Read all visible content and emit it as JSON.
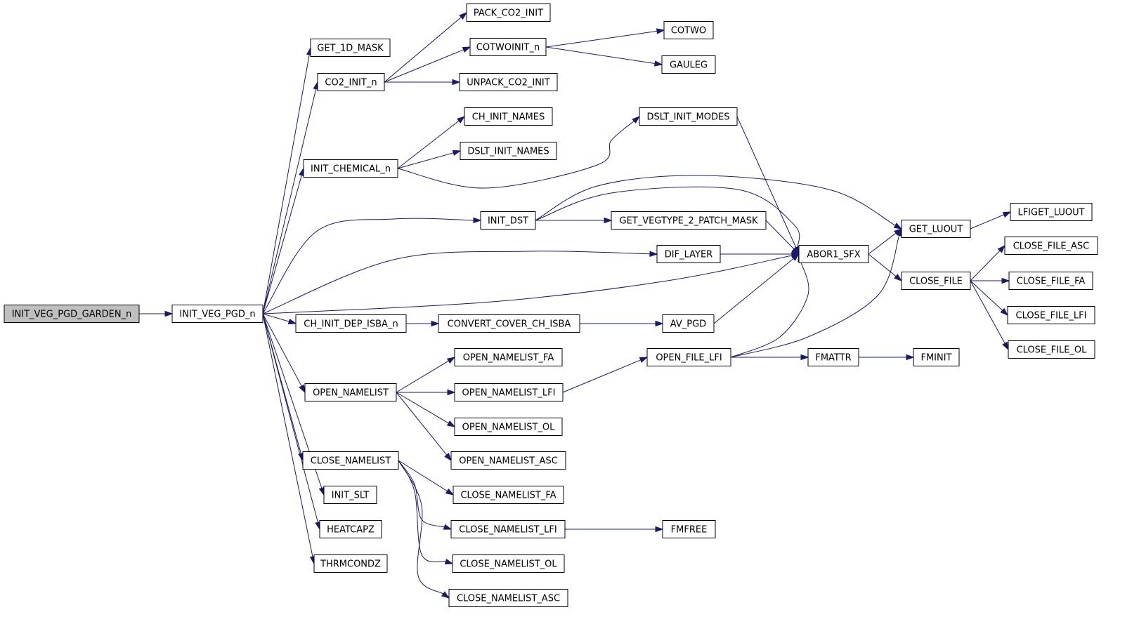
{
  "graph": {
    "edge_color": "#191970",
    "root_fill": "#bfbfbf",
    "node_fill": "#ffffff",
    "nodes": [
      {
        "id": "root",
        "label": "INIT_VEG_PGD_GARDEN_n",
        "root": true
      },
      {
        "id": "ivp",
        "label": "INIT_VEG_PGD_n"
      },
      {
        "id": "g1d",
        "label": "GET_1D_MASK"
      },
      {
        "id": "co2i",
        "label": "CO2_INIT_n"
      },
      {
        "id": "initchem",
        "label": "INIT_CHEMICAL_n"
      },
      {
        "id": "initdst",
        "label": "INIT_DST"
      },
      {
        "id": "chdep",
        "label": "CH_INIT_DEP_ISBA_n"
      },
      {
        "id": "opennl",
        "label": "OPEN_NAMELIST"
      },
      {
        "id": "closenl",
        "label": "CLOSE_NAMELIST"
      },
      {
        "id": "initslt",
        "label": "INIT_SLT"
      },
      {
        "id": "heatcapz",
        "label": "HEATCAPZ"
      },
      {
        "id": "thrmcondz",
        "label": "THRMCONDZ"
      },
      {
        "id": "packco2",
        "label": "PACK_CO2_INIT"
      },
      {
        "id": "cotwoinit",
        "label": "COTWOINIT_n"
      },
      {
        "id": "unpackco2",
        "label": "UNPACK_CO2_INIT"
      },
      {
        "id": "chnames",
        "label": "CH_INIT_NAMES"
      },
      {
        "id": "dsltnames",
        "label": "DSLT_INIT_NAMES"
      },
      {
        "id": "getveg",
        "label": "GET_VEGTYPE_2_PATCH_MASK"
      },
      {
        "id": "diflayer",
        "label": "DIF_LAYER"
      },
      {
        "id": "convcover",
        "label": "CONVERT_COVER_CH_ISBA"
      },
      {
        "id": "onlfa",
        "label": "OPEN_NAMELIST_FA"
      },
      {
        "id": "onllfi",
        "label": "OPEN_NAMELIST_LFI"
      },
      {
        "id": "onlol",
        "label": "OPEN_NAMELIST_OL"
      },
      {
        "id": "onlasc",
        "label": "OPEN_NAMELIST_ASC"
      },
      {
        "id": "cnlfa",
        "label": "CLOSE_NAMELIST_FA"
      },
      {
        "id": "cnllfi",
        "label": "CLOSE_NAMELIST_LFI"
      },
      {
        "id": "cnlol",
        "label": "CLOSE_NAMELIST_OL"
      },
      {
        "id": "cnlasc",
        "label": "CLOSE_NAMELIST_ASC"
      },
      {
        "id": "cotwo",
        "label": "COTWO"
      },
      {
        "id": "gauleg",
        "label": "GAULEG"
      },
      {
        "id": "dsltmodes",
        "label": "DSLT_INIT_MODES"
      },
      {
        "id": "avpgd",
        "label": "AV_PGD"
      },
      {
        "id": "openfilelfi",
        "label": "OPEN_FILE_LFI"
      },
      {
        "id": "fmfree",
        "label": "FMFREE"
      },
      {
        "id": "abor1",
        "label": "ABOR1_SFX"
      },
      {
        "id": "fmattr",
        "label": "FMATTR"
      },
      {
        "id": "getluout",
        "label": "GET_LUOUT"
      },
      {
        "id": "closefile",
        "label": "CLOSE_FILE"
      },
      {
        "id": "fminit",
        "label": "FMINIT"
      },
      {
        "id": "lfiget",
        "label": "LFIGET_LUOUT"
      },
      {
        "id": "cfasc",
        "label": "CLOSE_FILE_ASC"
      },
      {
        "id": "cffa",
        "label": "CLOSE_FILE_FA"
      },
      {
        "id": "cflfi",
        "label": "CLOSE_FILE_LFI"
      },
      {
        "id": "cfol",
        "label": "CLOSE_FILE_OL"
      }
    ],
    "edges": [
      [
        "root",
        "ivp"
      ],
      [
        "ivp",
        "g1d"
      ],
      [
        "ivp",
        "co2i"
      ],
      [
        "ivp",
        "initchem"
      ],
      [
        "ivp",
        "initdst"
      ],
      [
        "ivp",
        "diflayer"
      ],
      [
        "ivp",
        "abor1"
      ],
      [
        "ivp",
        "chdep"
      ],
      [
        "ivp",
        "opennl"
      ],
      [
        "ivp",
        "closenl"
      ],
      [
        "ivp",
        "initslt"
      ],
      [
        "ivp",
        "heatcapz"
      ],
      [
        "ivp",
        "thrmcondz"
      ],
      [
        "co2i",
        "packco2"
      ],
      [
        "co2i",
        "cotwoinit"
      ],
      [
        "co2i",
        "unpackco2"
      ],
      [
        "cotwoinit",
        "cotwo"
      ],
      [
        "cotwoinit",
        "gauleg"
      ],
      [
        "initchem",
        "chnames"
      ],
      [
        "initchem",
        "dsltnames"
      ],
      [
        "initchem",
        "dsltmodes"
      ],
      [
        "initdst",
        "getluout"
      ],
      [
        "initdst",
        "abor1"
      ],
      [
        "initdst",
        "getveg"
      ],
      [
        "getveg",
        "abor1"
      ],
      [
        "dsltmodes",
        "abor1"
      ],
      [
        "diflayer",
        "abor1"
      ],
      [
        "chdep",
        "convcover"
      ],
      [
        "convcover",
        "avpgd"
      ],
      [
        "avpgd",
        "abor1"
      ],
      [
        "opennl",
        "onlfa"
      ],
      [
        "opennl",
        "onllfi"
      ],
      [
        "opennl",
        "onlol"
      ],
      [
        "opennl",
        "onlasc"
      ],
      [
        "onllfi",
        "openfilelfi"
      ],
      [
        "openfilelfi",
        "abor1"
      ],
      [
        "openfilelfi",
        "getluout"
      ],
      [
        "openfilelfi",
        "fmattr"
      ],
      [
        "fmattr",
        "fminit"
      ],
      [
        "closenl",
        "cnlfa"
      ],
      [
        "closenl",
        "cnllfi"
      ],
      [
        "closenl",
        "cnlol"
      ],
      [
        "closenl",
        "cnlasc"
      ],
      [
        "cnllfi",
        "fmfree"
      ],
      [
        "abor1",
        "getluout"
      ],
      [
        "abor1",
        "closefile"
      ],
      [
        "getluout",
        "lfiget"
      ],
      [
        "closefile",
        "cfasc"
      ],
      [
        "closefile",
        "cffa"
      ],
      [
        "closefile",
        "cflfi"
      ],
      [
        "closefile",
        "cfol"
      ]
    ]
  }
}
